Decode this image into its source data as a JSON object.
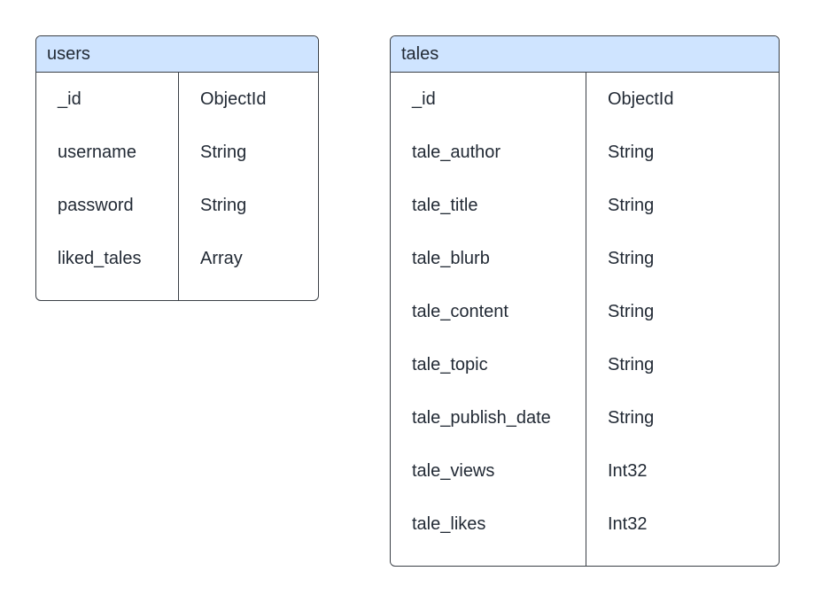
{
  "entities": {
    "users": {
      "name": "users",
      "fields": [
        {
          "name": "_id",
          "type": "ObjectId"
        },
        {
          "name": "username",
          "type": "String"
        },
        {
          "name": "password",
          "type": "String"
        },
        {
          "name": "liked_tales",
          "type": "Array"
        }
      ]
    },
    "tales": {
      "name": "tales",
      "fields": [
        {
          "name": "_id",
          "type": "ObjectId"
        },
        {
          "name": "tale_author",
          "type": "String"
        },
        {
          "name": "tale_title",
          "type": "String"
        },
        {
          "name": "tale_blurb",
          "type": "String"
        },
        {
          "name": "tale_content",
          "type": "String"
        },
        {
          "name": "tale_topic",
          "type": "String"
        },
        {
          "name": "tale_publish_date",
          "type": "String"
        },
        {
          "name": "tale_views",
          "type": "Int32"
        },
        {
          "name": "tale_likes",
          "type": "Int32"
        }
      ]
    }
  },
  "colors": {
    "header_fill": "#cfe4ff",
    "border": "#3a3f46",
    "text": "#222a35"
  }
}
